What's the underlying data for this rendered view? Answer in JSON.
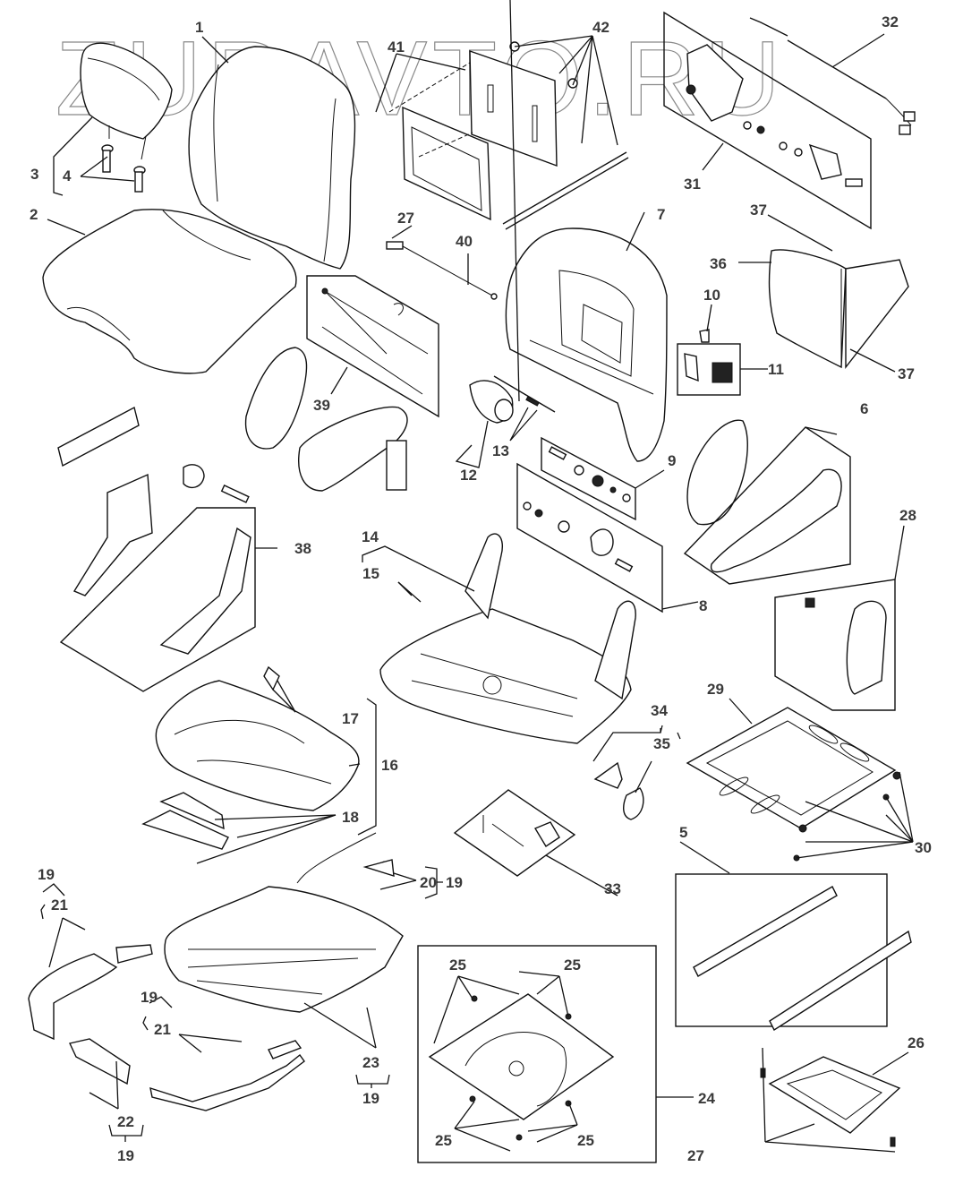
{
  "diagram": {
    "title": "Seat assembly exploded parts diagram",
    "watermark": "ZURAVTO.RU",
    "callouts": [
      {
        "id": "c1",
        "label": "1",
        "part": "seat-back-cover"
      },
      {
        "id": "c2",
        "label": "2",
        "part": "seat-cushion-cover"
      },
      {
        "id": "c3",
        "label": "3",
        "part": "headrest-assembly"
      },
      {
        "id": "c4",
        "label": "4",
        "part": "headrest-guide"
      },
      {
        "id": "c5",
        "label": "5",
        "part": "seat-slide-rails"
      },
      {
        "id": "c6",
        "label": "6",
        "part": "armrest-assembly-right"
      },
      {
        "id": "c7",
        "label": "7",
        "part": "seat-back-frame"
      },
      {
        "id": "c8",
        "label": "8",
        "part": "recliner-spring-kit"
      },
      {
        "id": "c9",
        "label": "9",
        "part": "recliner-bolt-kit"
      },
      {
        "id": "c10",
        "label": "10",
        "part": "clip"
      },
      {
        "id": "c11",
        "label": "11",
        "part": "switch-kit"
      },
      {
        "id": "c12",
        "label": "12",
        "part": "lumbar-mechanism"
      },
      {
        "id": "c13",
        "label": "13",
        "part": "lumbar-rod"
      },
      {
        "id": "c14",
        "label": "14",
        "part": "seat-frame-assembly"
      },
      {
        "id": "c15",
        "label": "15",
        "part": "frame-bolt-nut"
      },
      {
        "id": "c16",
        "label": "16",
        "part": "seat-pan"
      },
      {
        "id": "c17",
        "label": "17",
        "part": "pan-clip"
      },
      {
        "id": "c18",
        "label": "18",
        "part": "pan-bracket"
      },
      {
        "id": "c19a",
        "label": "19",
        "part": "trim-kit"
      },
      {
        "id": "c19b",
        "label": "19",
        "part": "trim-kit"
      },
      {
        "id": "c19c",
        "label": "19",
        "part": "trim-kit"
      },
      {
        "id": "c19d",
        "label": "19",
        "part": "trim-kit"
      },
      {
        "id": "c19e",
        "label": "19",
        "part": "trim-kit"
      },
      {
        "id": "c20",
        "label": "20",
        "part": "cable-clamp"
      },
      {
        "id": "c21a",
        "label": "21",
        "part": "side-shield-left"
      },
      {
        "id": "c21b",
        "label": "21",
        "part": "side-shield-right"
      },
      {
        "id": "c22",
        "label": "22",
        "part": "handle"
      },
      {
        "id": "c23",
        "label": "23",
        "part": "bottom-cover"
      },
      {
        "id": "c24",
        "label": "24",
        "part": "swivel-plate"
      },
      {
        "id": "c25a",
        "label": "25",
        "part": "swivel-hardware"
      },
      {
        "id": "c25b",
        "label": "25",
        "part": "swivel-hardware"
      },
      {
        "id": "c25c",
        "label": "25",
        "part": "swivel-hardware"
      },
      {
        "id": "c25d",
        "label": "25",
        "part": "swivel-hardware"
      },
      {
        "id": "c26",
        "label": "26",
        "part": "swivel-lock"
      },
      {
        "id": "c27a",
        "label": "27",
        "part": "spring"
      },
      {
        "id": "c27b",
        "label": "27",
        "part": "spring"
      },
      {
        "id": "c28",
        "label": "28",
        "part": "recliner-right-kit"
      },
      {
        "id": "c29",
        "label": "29",
        "part": "mounting-plate"
      },
      {
        "id": "c30",
        "label": "30",
        "part": "mounting-hardware"
      },
      {
        "id": "c31",
        "label": "31",
        "part": "seat-belt-buckle-kit"
      },
      {
        "id": "c32",
        "label": "32",
        "part": "harness"
      },
      {
        "id": "c33",
        "label": "33",
        "part": "latch-kit"
      },
      {
        "id": "c34",
        "label": "34",
        "part": "lever-kit"
      },
      {
        "id": "c35",
        "label": "35",
        "part": "lever"
      },
      {
        "id": "c36",
        "label": "36",
        "part": "back-panel"
      },
      {
        "id": "c37a",
        "label": "37",
        "part": "panel-screw"
      },
      {
        "id": "c37b",
        "label": "37",
        "part": "panel-screw"
      },
      {
        "id": "c38",
        "label": "38",
        "part": "armrest-bracket-kit"
      },
      {
        "id": "c39",
        "label": "39",
        "part": "cable-kit"
      },
      {
        "id": "c40",
        "label": "40",
        "part": "cable"
      },
      {
        "id": "c41",
        "label": "41",
        "part": "storage-pocket"
      },
      {
        "id": "c42",
        "label": "42",
        "part": "pocket-fasteners"
      }
    ]
  }
}
